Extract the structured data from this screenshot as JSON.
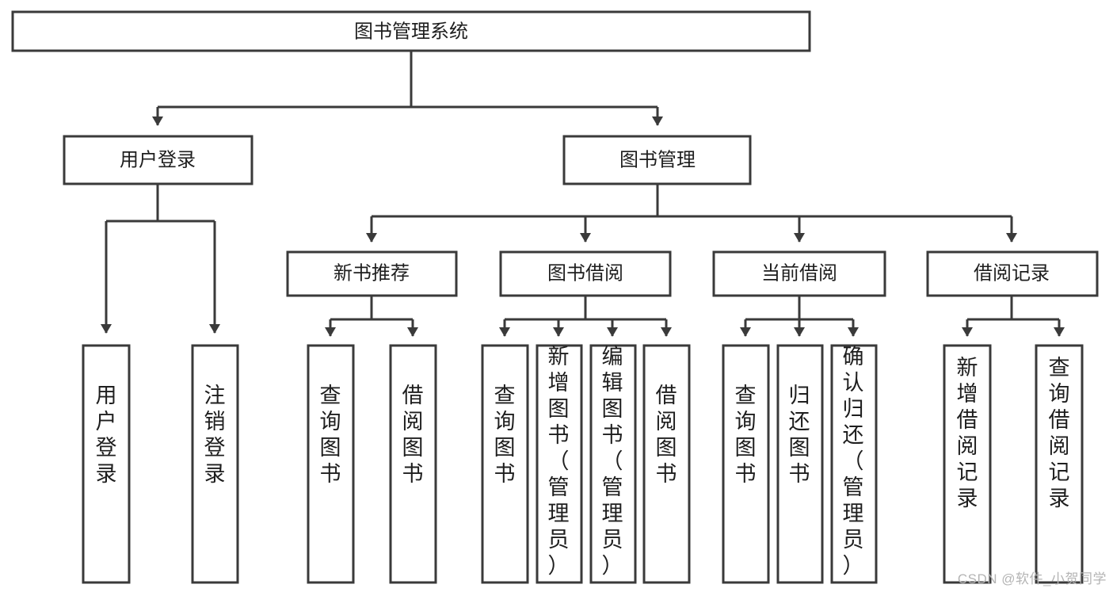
{
  "diagram": {
    "type": "tree",
    "title": "图书管理系统",
    "watermark": "CSDN @软件_小贺同学",
    "colors": {
      "stroke": "#3a3a3a",
      "box_fill": "#ffffff",
      "text": "#1e1e1e",
      "background": "#ffffff",
      "watermark": "#b4b4b4"
    },
    "root": {
      "label": "图书管理系统",
      "orientation": "horizontal"
    },
    "level2": [
      {
        "id": "user-login",
        "label": "用户登录",
        "orientation": "horizontal"
      },
      {
        "id": "book-manage",
        "label": "图书管理",
        "orientation": "horizontal"
      }
    ],
    "level3": [
      {
        "id": "new-book-recommend",
        "label": "新书推荐",
        "parent": "book-manage",
        "orientation": "horizontal"
      },
      {
        "id": "book-borrow",
        "label": "图书借阅",
        "parent": "book-manage",
        "orientation": "horizontal"
      },
      {
        "id": "current-borrow",
        "label": "当前借阅",
        "parent": "book-manage",
        "orientation": "horizontal"
      },
      {
        "id": "borrow-record",
        "label": "借阅记录",
        "parent": "book-manage",
        "orientation": "horizontal"
      }
    ],
    "leaves": [
      {
        "id": "leaf-user-login",
        "label": "用户登录",
        "parent": "user-login",
        "orientation": "vertical"
      },
      {
        "id": "leaf-logout-login",
        "label": "注销登录",
        "parent": "user-login",
        "orientation": "vertical"
      },
      {
        "id": "leaf-query-book-1",
        "label": "查询图书",
        "parent": "new-book-recommend",
        "orientation": "vertical"
      },
      {
        "id": "leaf-borrow-book-1",
        "label": "借阅图书",
        "parent": "new-book-recommend",
        "orientation": "vertical"
      },
      {
        "id": "leaf-query-book-2",
        "label": "查询图书",
        "parent": "book-borrow",
        "orientation": "vertical"
      },
      {
        "id": "leaf-add-book",
        "label": "新增图书（管理员）",
        "parent": "book-borrow",
        "orientation": "vertical"
      },
      {
        "id": "leaf-edit-book",
        "label": "编辑图书（管理员）",
        "parent": "book-borrow",
        "orientation": "vertical"
      },
      {
        "id": "leaf-borrow-book-2",
        "label": "借阅图书",
        "parent": "book-borrow",
        "orientation": "vertical"
      },
      {
        "id": "leaf-query-book-3",
        "label": "查询图书",
        "parent": "current-borrow",
        "orientation": "vertical"
      },
      {
        "id": "leaf-return-book",
        "label": "归还图书",
        "parent": "current-borrow",
        "orientation": "vertical"
      },
      {
        "id": "leaf-confirm-return",
        "label": "确认归还（管理员）",
        "parent": "current-borrow",
        "orientation": "vertical"
      },
      {
        "id": "leaf-add-borrow-record",
        "label": "新增借阅记录",
        "parent": "borrow-record",
        "orientation": "vertical"
      },
      {
        "id": "leaf-query-borrow-record",
        "label": "查询借阅记录",
        "parent": "borrow-record",
        "orientation": "vertical"
      }
    ]
  }
}
